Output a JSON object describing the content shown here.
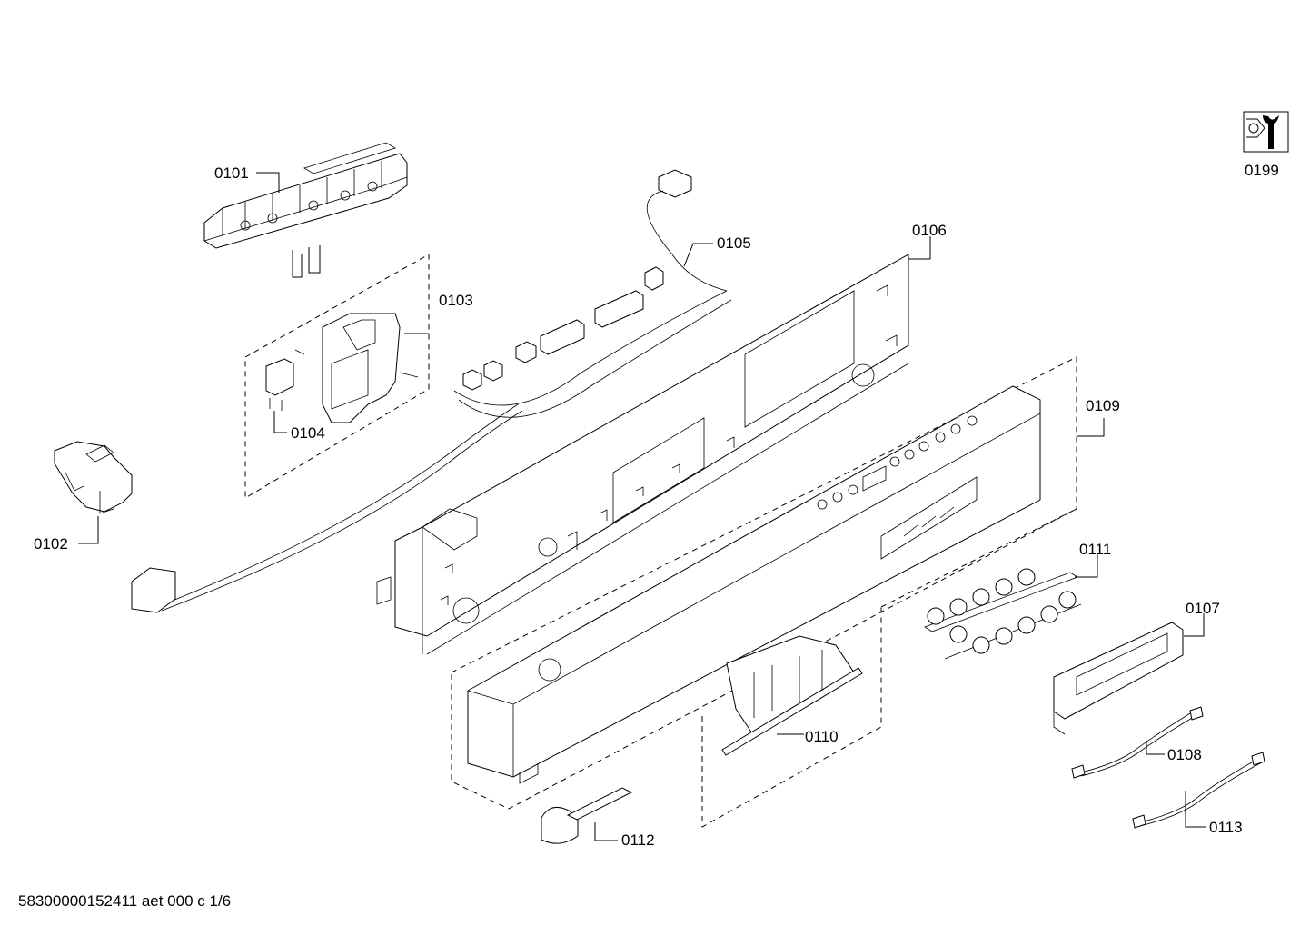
{
  "parts": [
    {
      "id": "0101",
      "label": "0101"
    },
    {
      "id": "0102",
      "label": "0102"
    },
    {
      "id": "0103",
      "label": "0103"
    },
    {
      "id": "0104",
      "label": "0104"
    },
    {
      "id": "0105",
      "label": "0105"
    },
    {
      "id": "0106",
      "label": "0106"
    },
    {
      "id": "0107",
      "label": "0107"
    },
    {
      "id": "0108",
      "label": "0108"
    },
    {
      "id": "0109",
      "label": "0109"
    },
    {
      "id": "0110",
      "label": "0110"
    },
    {
      "id": "0111",
      "label": "0111"
    },
    {
      "id": "0112",
      "label": "0112"
    },
    {
      "id": "0113",
      "label": "0113"
    },
    {
      "id": "0199",
      "label": "0199"
    }
  ],
  "footer": {
    "document_code": "58300000152411 aet 000 c 1/6"
  },
  "icons": {
    "service_kit": "wrench-nut-icon"
  }
}
